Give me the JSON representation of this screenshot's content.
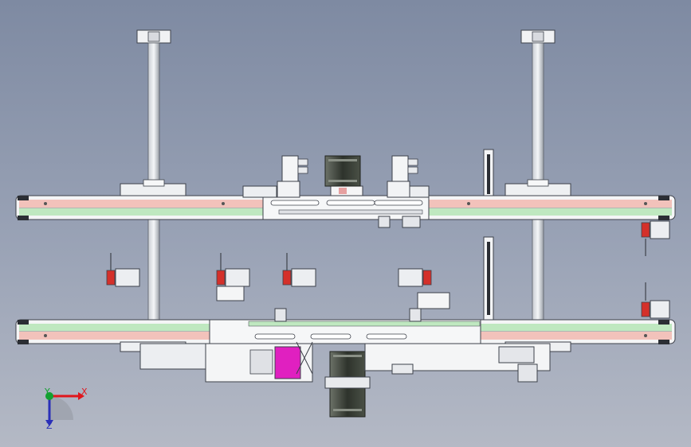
{
  "viewport": {
    "background_top": "#7e8aa2",
    "background_bottom": "#b4b9c5"
  },
  "colors": {
    "belt_pink": "#f2c2bb",
    "belt_green": "#bfe8c0",
    "metal": "#e4e6ea",
    "metal_edge": "#4a4e58",
    "motor_dark": "#3a3f38",
    "sensor_red": "#d4302a",
    "highlight_magenta": "#e020c0"
  },
  "triad": {
    "x_label": "X",
    "y_label": "Y",
    "z_label": "Z",
    "x_color": "#e0161c",
    "y_color": "#12a030",
    "z_color": "#2a2fb8"
  },
  "parts": [
    "upper-conveyor-belt",
    "lower-conveyor-belt",
    "left-vertical-post",
    "right-vertical-post",
    "upper-stepper-motor",
    "lower-stepper-motor",
    "transfer-carriage",
    "photoelectric-sensor"
  ]
}
